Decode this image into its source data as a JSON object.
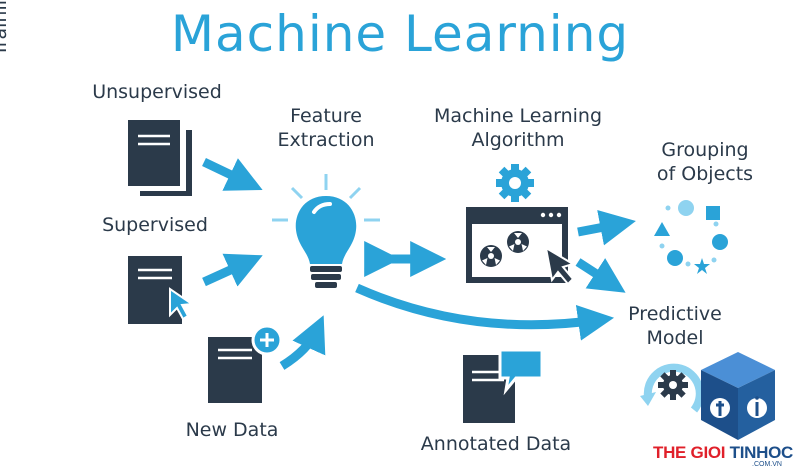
{
  "title": "Machine Learning",
  "side_label": "Training Set",
  "labels": {
    "unsupervised": "Unsupervised",
    "supervised": "Supervised",
    "new_data": "New Data",
    "feature_line1": "Feature",
    "feature_line2": "Extraction",
    "algorithm_line1": "Machine Learning",
    "algorithm_line2": "Algorithm",
    "grouping_line1": "Grouping",
    "grouping_line2": "of Objects",
    "predictive_line1": "Predictive",
    "predictive_line2": "Model",
    "annotated_data": "Annotated Data"
  },
  "watermark": {
    "part1": "THE GIOI ",
    "part2": "TINHOC",
    "sub": ".COM.VN"
  },
  "colors": {
    "accent": "#2aa3d8",
    "light_accent": "#8fd3f0",
    "dark": "#2b3a4a",
    "brand_red": "#e0202a",
    "brand_blue": "#1d4f8a"
  },
  "icons": [
    "document-stack-icon",
    "document-cursor-icon",
    "document-plus-icon",
    "lightbulb-icon",
    "gear-icon",
    "browser-window-icon",
    "cursor-icon",
    "shape-cluster-icon",
    "refresh-gear-icon",
    "document-speech-icon",
    "logo-cube-icon"
  ]
}
